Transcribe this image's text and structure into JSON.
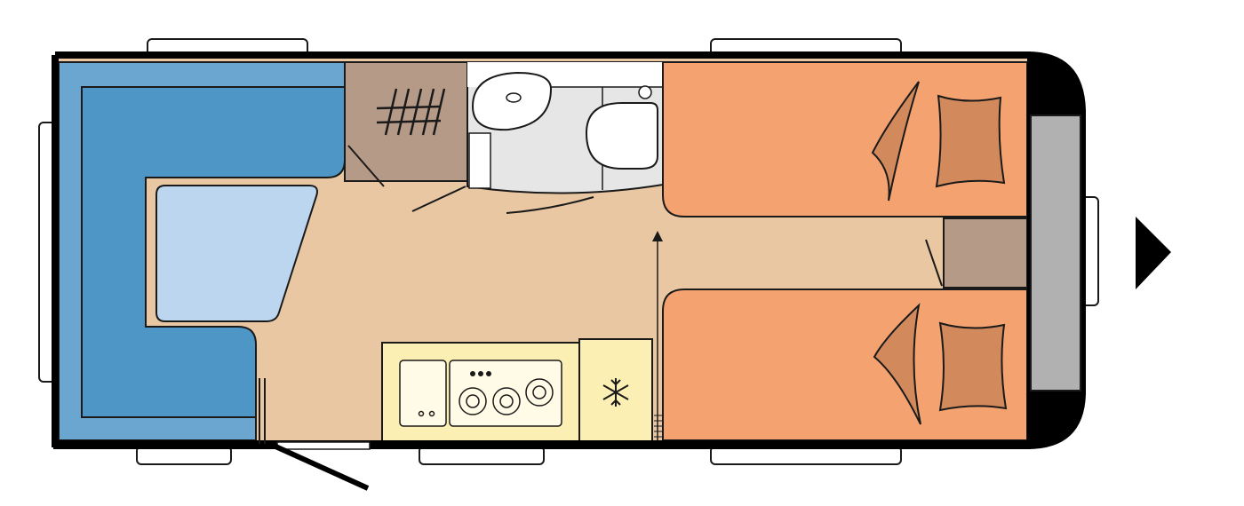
{
  "floorplan": {
    "areas": [
      {
        "id": "lounge",
        "color": "#4d96c6"
      },
      {
        "id": "table",
        "color": "#bdd6f0"
      },
      {
        "id": "wardrobe",
        "color": "#b59a88"
      },
      {
        "id": "bathroom",
        "color": "#e6e6e6"
      },
      {
        "id": "kitchen",
        "color": "#fcefb4"
      },
      {
        "id": "floor",
        "color": "#e9c7a3"
      },
      {
        "id": "single-beds",
        "count": 2,
        "color": "#f4a270"
      },
      {
        "id": "pillows",
        "color": "#d2895c"
      },
      {
        "id": "front-locker",
        "color": "#b1b1b1"
      }
    ],
    "kitchen_hob_burners": 3,
    "direction_indicator": "front-arrow",
    "colors": {
      "wall": "#000000",
      "outline": "#1a1a1a",
      "lounge_bench": "#4d96c6",
      "lounge_back": "#6aa6d0",
      "table": "#bdd6f0",
      "floor": "#e9c7a3",
      "wardrobe": "#b59a88",
      "bathroom_floor": "#e6e6e6",
      "bathroom_fixture": "#ffffff",
      "kitchen_counter": "#fcefb4",
      "kitchen_appliance": "#fffbe6",
      "bed": "#f4a270",
      "pillow": "#d2895c",
      "locker": "#b1b1b1",
      "window": "#ffffff"
    }
  }
}
